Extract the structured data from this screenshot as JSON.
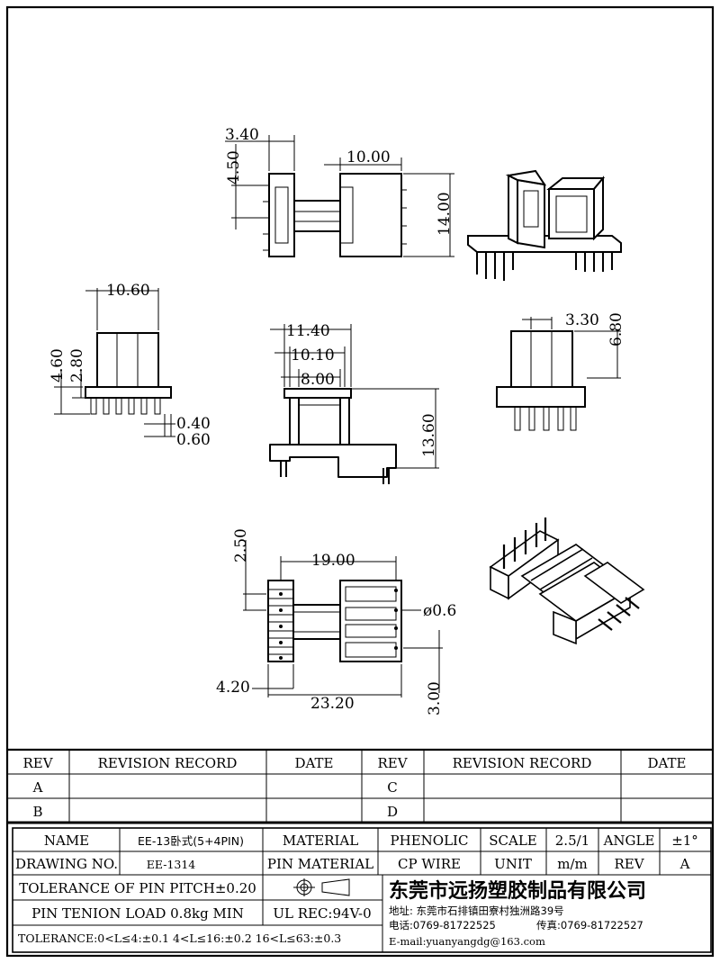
{
  "dimensions": {
    "top_left_width": "3.40",
    "top_left_pin_span": "4.50",
    "top_core_width": "10.00",
    "top_height": "14.00",
    "side_width": "10.60",
    "side_total_height": "4.60",
    "side_base_height": "2.80",
    "side_pin_gap": "0.40",
    "side_pin_offset": "0.60",
    "front_outer": "11.40",
    "front_mid": "10.10",
    "front_inner": "8.00",
    "front_height": "13.60",
    "right_width": "3.30",
    "right_height": "6.80",
    "bottom_pitch": "2.50",
    "bottom_width": "19.00",
    "bottom_hole": "ø0.6",
    "bottom_left": "4.20",
    "bottom_total": "23.20",
    "bottom_right": "3.00"
  },
  "revision_table": {
    "headers": [
      "REV",
      "REVISION RECORD",
      "DATE",
      "REV",
      "REVISION RECORD",
      "DATE"
    ],
    "rows": [
      [
        "A",
        "",
        "",
        "C",
        "",
        ""
      ],
      [
        "B",
        "",
        "",
        "D",
        "",
        ""
      ]
    ]
  },
  "title_block": {
    "name_label": "NAME",
    "name_value": "EE-13卧式(5+4PIN)",
    "material_label": "MATERIAL",
    "material_value": "PHENOLIC",
    "scale_label": "SCALE",
    "scale_value": "2.5/1",
    "angle_label": "ANGLE",
    "angle_value": "±1°",
    "drawing_no_label": "DRAWING NO.",
    "drawing_no_value": "EE-1314",
    "pin_material_label": "PIN MATERIAL",
    "pin_material_value": "CP WIRE",
    "unit_label": "UNIT",
    "unit_value": "m/m",
    "rev_label": "REV",
    "rev_value": "A",
    "tolerance_pitch": "TOLERANCE OF PIN PITCH±0.20",
    "pin_load": "PIN TENION LOAD 0.8kg MIN",
    "ul_rec": "UL REC:94V-0",
    "tolerance_ranges": "TOLERANCE:0<L≤4:±0.1  4<L≤16:±0.2  16<L≤63:±0.3",
    "company": "东莞市远扬塑胶制品有限公司",
    "address": "地址: 东莞市石排镇田寮村独洲路39号",
    "phone": "电话:0769-81722525",
    "fax": "传真:0769-81722527",
    "email": "E-mail:yuanyangdg@163.com"
  }
}
